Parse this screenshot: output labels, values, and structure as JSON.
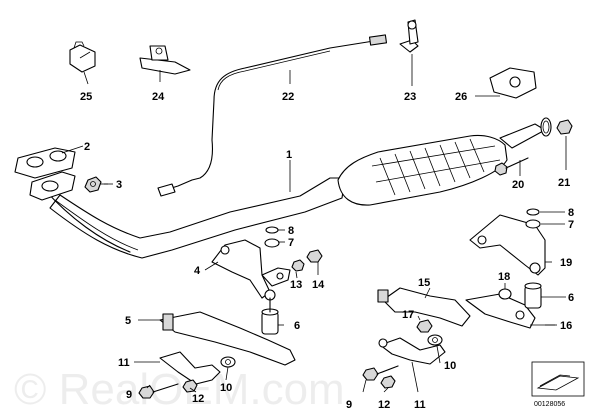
{
  "callouts": {
    "n1": "1",
    "n2": "2",
    "n3": "3",
    "n4": "4",
    "n5": "5",
    "n6a": "6",
    "n6b": "6",
    "n7a": "7",
    "n7b": "7",
    "n8a": "8",
    "n8b": "8",
    "n9a": "9",
    "n9b": "9",
    "n10a": "10",
    "n10b": "10",
    "n11a": "11",
    "n11b": "11",
    "n12a": "12",
    "n12b": "12",
    "n13": "13",
    "n14": "14",
    "n15": "15",
    "n16": "16",
    "n17": "17",
    "n18": "18",
    "n19": "19",
    "n20": "20",
    "n21": "21",
    "n22": "22",
    "n23": "23",
    "n24": "24",
    "n25": "25",
    "n26": "26"
  },
  "watermark": "© RealOEM.com",
  "diagram_code": "00128056"
}
